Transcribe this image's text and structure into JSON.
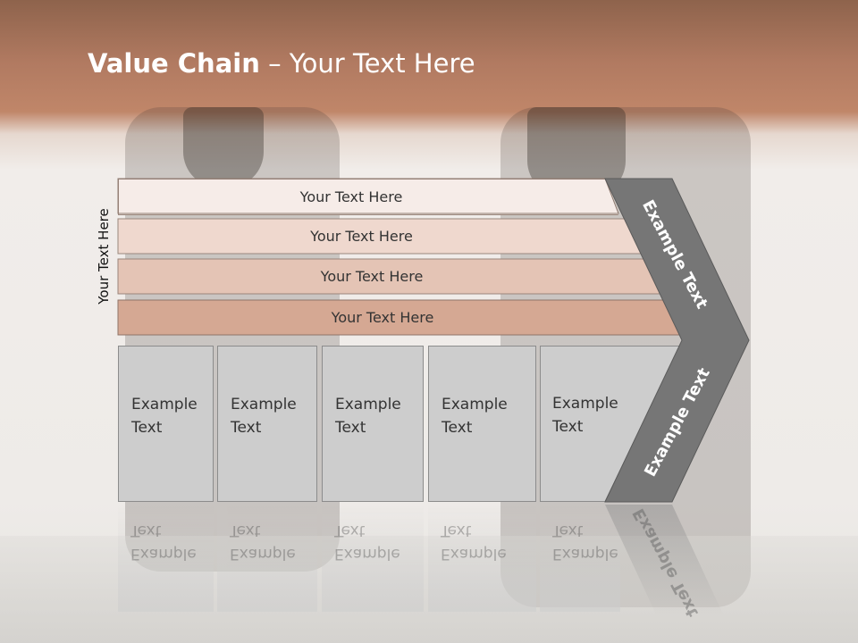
{
  "title": {
    "bold": "Value Chain",
    "rest": " – Your Text Here"
  },
  "side_label": "Your Text Here",
  "bands": [
    "Your Text Here",
    "Your Text Here",
    "Your Text Here",
    "Your Text Here"
  ],
  "boxes": [
    {
      "line1": "Example",
      "line2": "Text"
    },
    {
      "line1": "Example",
      "line2": "Text"
    },
    {
      "line1": "Example",
      "line2": "Text"
    },
    {
      "line1": "Example",
      "line2": "Text"
    },
    {
      "line1": "Example",
      "line2": "Text"
    }
  ],
  "chevron": {
    "upper": "Example Text",
    "lower": "Example Text"
  },
  "colors": {
    "header": "#c08669",
    "band1": "#f6ece8",
    "band2": "#efd8ce",
    "band3": "#e4c4b5",
    "band4": "#d5a893",
    "box": "#cdcdcd",
    "chevron": "#767676"
  }
}
